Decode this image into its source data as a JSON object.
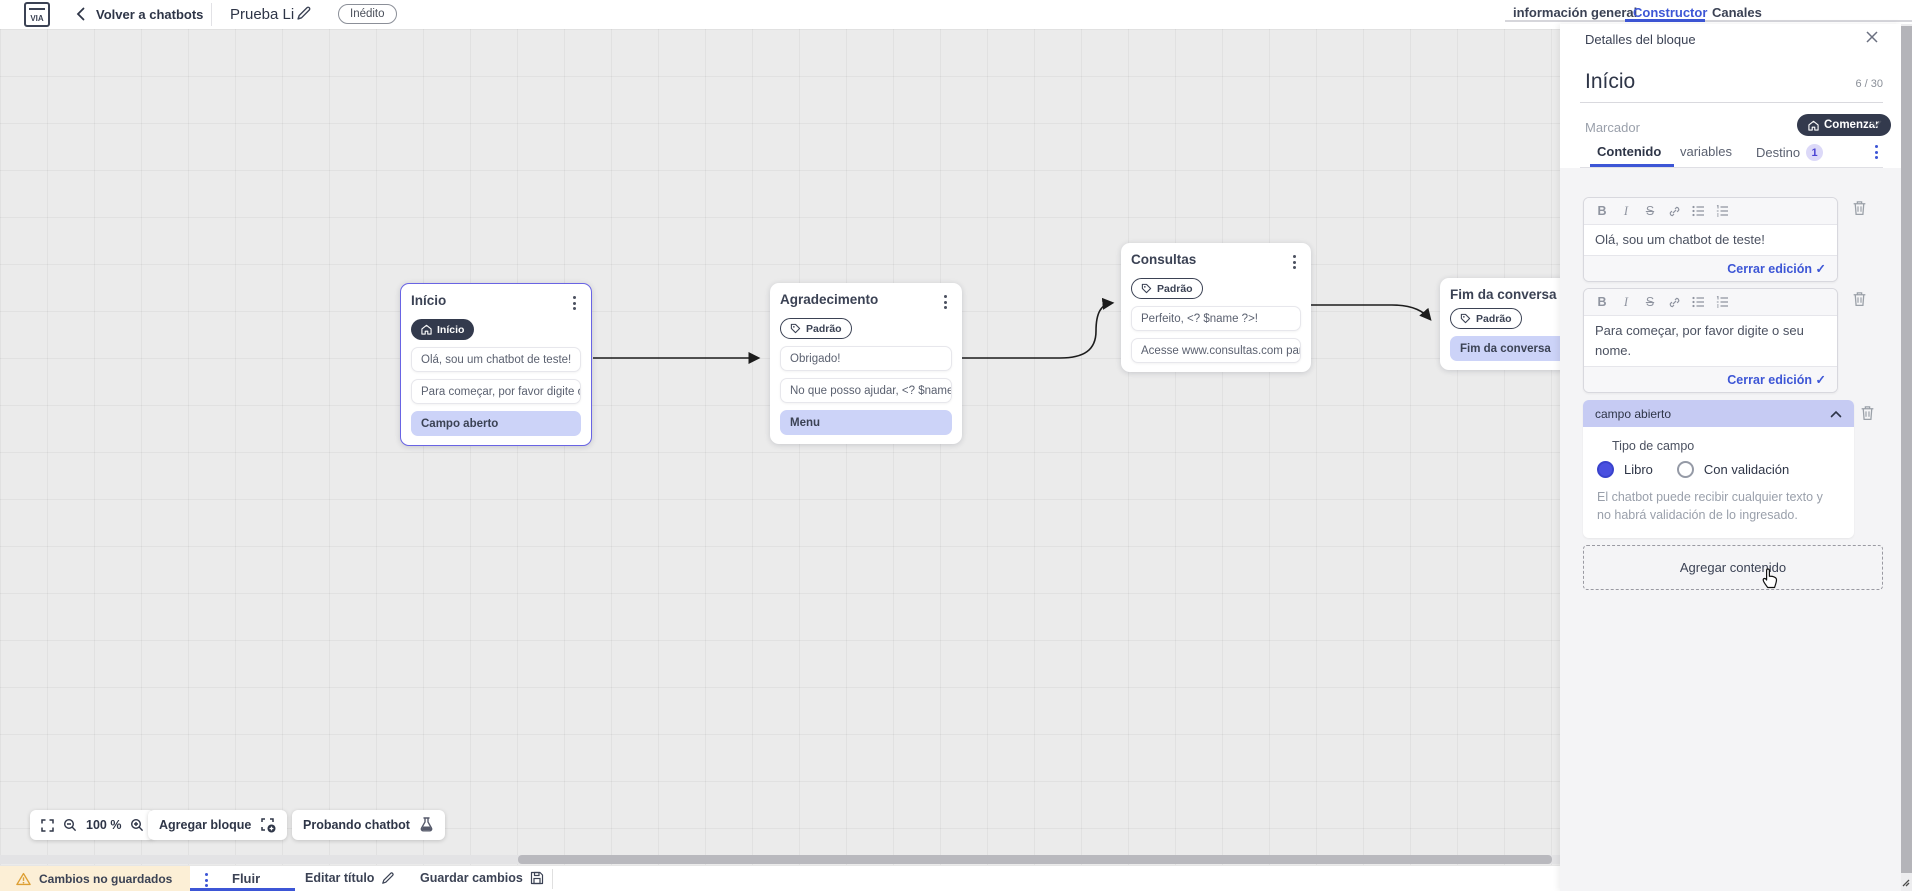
{
  "topbar": {
    "logo": "VIA",
    "back_label": "Volver a chatbots",
    "bot_title": "Prueba Li",
    "status_badge": "Inédito",
    "tabs": [
      {
        "label": "información general",
        "active": false
      },
      {
        "label": "Constructor",
        "active": true
      },
      {
        "label": "Canales",
        "active": false
      }
    ]
  },
  "canvas": {
    "nodes": [
      {
        "title": "Início",
        "badge": "Início",
        "rows": [
          {
            "text": "Olá, sou um chatbot de teste!",
            "kind": "message"
          },
          {
            "text": "Para começar, por favor digite o ...",
            "kind": "message"
          },
          {
            "text": "Campo aberto",
            "kind": "action"
          }
        ]
      },
      {
        "title": "Agradecimento",
        "badge": "Padrão",
        "rows": [
          {
            "text": "Obrigado!",
            "kind": "message"
          },
          {
            "text": "No que posso ajudar, <? $name ...",
            "kind": "message"
          },
          {
            "text": "Menu",
            "kind": "action"
          }
        ]
      },
      {
        "title": "Consultas",
        "badge": "Padrão",
        "rows": [
          {
            "text": "Perfeito, <? $name ?>!",
            "kind": "message"
          },
          {
            "text": "Acesse www.consultas.com par...",
            "kind": "message"
          }
        ]
      },
      {
        "title": "Fim da conversa",
        "badge": "Padrão",
        "rows": [
          {
            "text": "Fim da conversa",
            "kind": "action"
          }
        ]
      }
    ],
    "toolbar": {
      "zoom_level": "100 %",
      "add_block_label": "Agregar bloque",
      "test_label": "Probando chatbot"
    }
  },
  "sidebar": {
    "panel_title": "Detalles del bloque",
    "block_name": "Início",
    "name_counter": "6 / 30",
    "marker_label": "Marcador",
    "marker_value": "Comenzar",
    "tabs": [
      {
        "label": "Contenido",
        "active": true
      },
      {
        "label": "variables",
        "active": false
      },
      {
        "label": "Destino",
        "active": false,
        "badge": "1"
      }
    ],
    "editors": [
      {
        "text": "Olá, sou um chatbot de teste!",
        "close_label": "Cerrar edición"
      },
      {
        "text": "Para começar, por favor digite o seu nome.",
        "close_label": "Cerrar edición"
      }
    ],
    "open_field": {
      "header": "campo abierto",
      "type_label": "Tipo de campo",
      "options": [
        {
          "label": "Libro",
          "selected": true
        },
        {
          "label": "Con validación",
          "selected": false
        }
      ],
      "help": "El chatbot puede recibir cualquier texto y no habrá validación de lo ingresado."
    },
    "add_content_label": "Agregar contenido"
  },
  "statusbar": {
    "warning": "Cambios no guardados",
    "flow_tab": "Fluir",
    "edit_title": "Editar título",
    "save": "Guardar cambios"
  },
  "colors": {
    "accent": "#3d56d6",
    "selection_row": "#ccd3f8",
    "dark_badge": "#333a4d",
    "warning_bg": "#fcefd6",
    "warning_icon": "#dd9f33"
  }
}
